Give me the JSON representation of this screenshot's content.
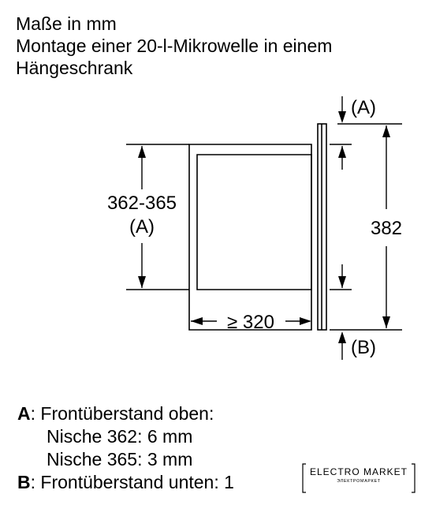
{
  "title": {
    "line1": "Maße in mm",
    "line2": "Montage einer 20-l-Mikrowelle in einem",
    "line3": "Hängeschrank"
  },
  "diagram": {
    "label_niche_height": "362-365",
    "label_niche_ref": "(A)",
    "label_depth": "≥ 320",
    "label_height": "382",
    "label_top_ref": "(A)",
    "label_bottom_ref": "(B)"
  },
  "legend": {
    "a_key": "A",
    "a_text": ": Frontüberstand oben:",
    "a_line2": "Nische 362: 6 mm",
    "a_line3": "Nische 365: 3 mm",
    "b_key": "B",
    "b_text": ": Frontüberstand unten: 1"
  },
  "logo": {
    "name": "ELECTRO MARKET",
    "tagline": "ЭЛЕКТРОМАРКЕТ"
  }
}
